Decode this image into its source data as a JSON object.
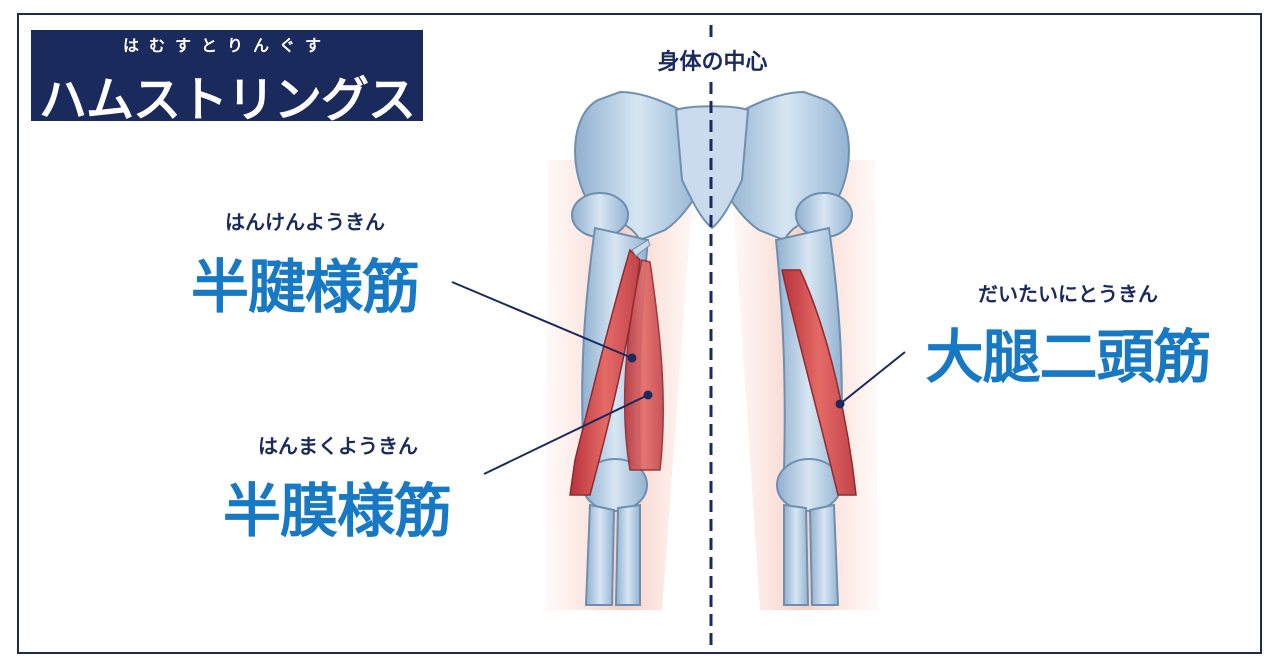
{
  "title": {
    "ruby": "はむすとりんぐす",
    "text": "ハムストリングス"
  },
  "center_label": "身体の中心",
  "muscles": [
    {
      "ruby": "はんけんようきん",
      "name": "半腱様筋"
    },
    {
      "ruby": "はんまくようきん",
      "name": "半膜様筋"
    },
    {
      "ruby": "だいたいにとうきん",
      "name": "大腿二頭筋"
    }
  ],
  "colors": {
    "frame": "#1b2a5c",
    "title_bg": "#1b2a5c",
    "label_blue": "#1778c4",
    "bone": "#b8cfe4",
    "muscle": "#d9534f",
    "skin": "#fbe1da"
  }
}
